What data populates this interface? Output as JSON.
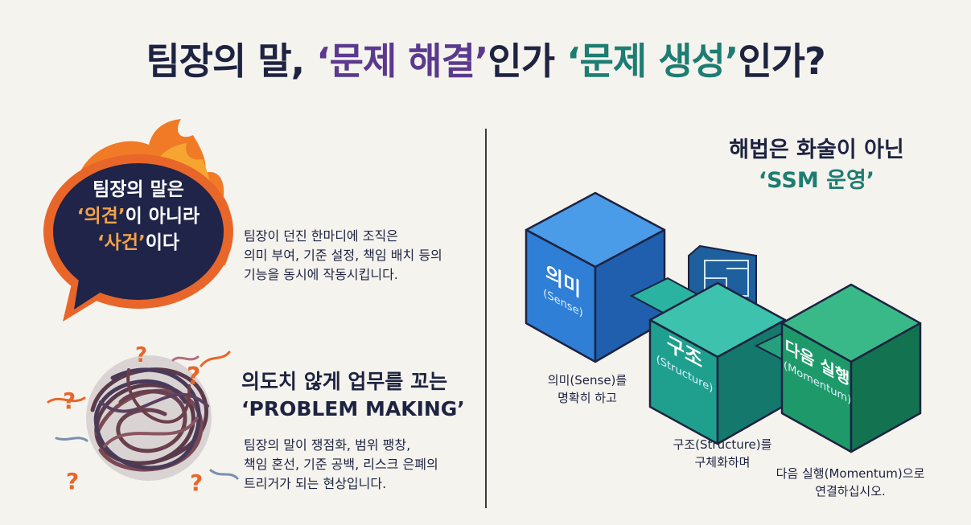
{
  "title": {
    "part1": "팀장의 말, ",
    "part2": "‘문제 해결’",
    "part3": "인가 ",
    "part4": "‘문제 생성’",
    "part5": "인가?"
  },
  "left": {
    "bubble": {
      "line1": "팀장의 말은",
      "line2_highlight": "‘의견’",
      "line2_rest": "이 아니라",
      "line3_highlight": "‘사건’",
      "line3_rest": "이다"
    },
    "para1": {
      "line1": "팀장이 던진 한마디에 조직은",
      "line2": "의미 부여, 기준 설정, 책임 배치 등의",
      "line3": "기능을 동시에 작동시킵니다."
    },
    "section2": {
      "line1": "의도치 않게 업무를 꼬는",
      "line2": "‘PROBLEM MAKING’"
    },
    "para2": {
      "line1": "팀장의 말이 쟁점화, 범위 팽창,",
      "line2": "책임 혼선, 기준 공백, 리스크 은폐의",
      "line3": "트리거가 되는 현상입니다."
    },
    "question_mark": "?"
  },
  "right": {
    "heading": {
      "line1": "해법은 화술이 아닌",
      "line2": "‘SSM 운영’"
    },
    "cubes": [
      {
        "ko": "의미",
        "en": "(Sense)"
      },
      {
        "ko": "구조",
        "en": "(Structure)"
      },
      {
        "ko": "다음 실행",
        "en": "(Momentum)"
      }
    ],
    "captions": {
      "c1_line1": "의미(Sense)를",
      "c1_line2": "명확히 하고",
      "c2_line1": "구조(Structure)를",
      "c2_line2": "구체화하며",
      "c3_line1": "다음 실행(Momentum)으로",
      "c3_line2": "연결하십시오."
    }
  },
  "colors": {
    "navy": "#1d2340",
    "purple": "#5b3a8e",
    "teal": "#1e7d72",
    "orange": "#e8662a",
    "blue_cube": "#2f7fd6",
    "teal_cube": "#1fa08f",
    "green_cube": "#1e9a6a"
  }
}
